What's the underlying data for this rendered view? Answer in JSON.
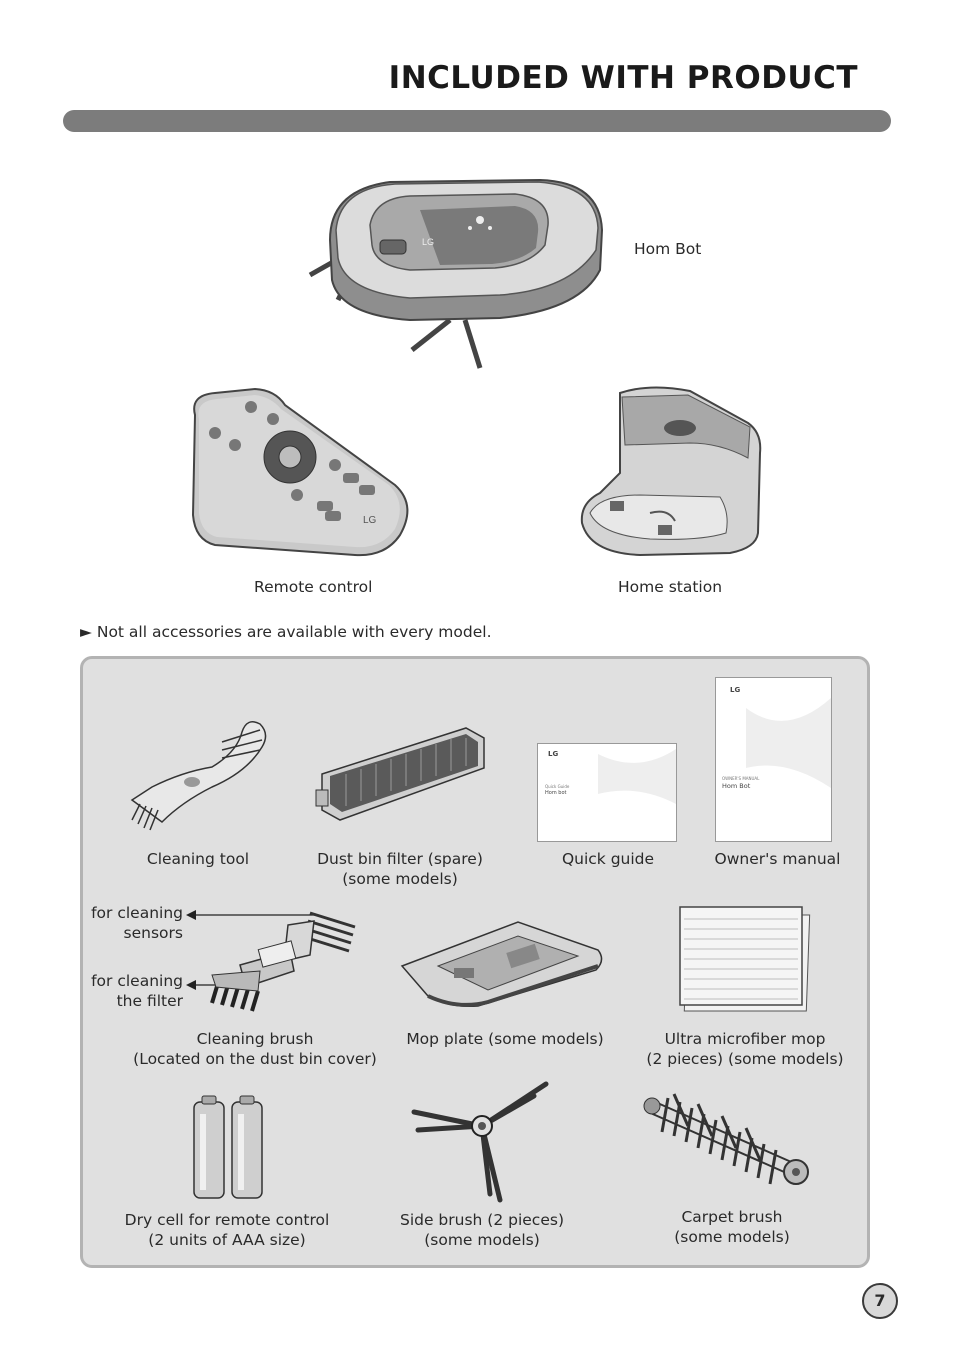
{
  "page": {
    "title": "INCLUDED WITH PRODUCT",
    "page_number": "7",
    "note": "► Not all accessories are available with every model."
  },
  "top_items": {
    "hom_bot": "Hom Bot",
    "remote_control": "Remote control",
    "home_station": "Home station"
  },
  "accessories": {
    "cleaning_tool": "Cleaning tool",
    "dust_filter_line1": "Dust bin filter (spare)",
    "dust_filter_line2": "(some models)",
    "quick_guide": "Quick guide",
    "owners_manual": "Owner's manual",
    "sensors_callout_line1": "for cleaning",
    "sensors_callout_line2": "sensors",
    "filter_callout_line1": "for cleaning",
    "filter_callout_line2": "the filter",
    "cleaning_brush_line1": "Cleaning brush",
    "cleaning_brush_line2": "(Located on the dust bin cover)",
    "mop_plate": "Mop plate (some models)",
    "microfiber_line1": "Ultra microfiber mop",
    "microfiber_line2": "(2 pieces) (some models)",
    "dry_cell_line1": "Dry cell for remote control",
    "dry_cell_line2": "(2 units of AAA size)",
    "side_brush_line1": "Side brush (2 pieces)",
    "side_brush_line2": "(some models)",
    "carpet_brush_line1": "Carpet brush",
    "carpet_brush_line2": "(some models)"
  },
  "booklets": {
    "brand": "LG",
    "quick_guide_heading": "Quick Guide",
    "quick_guide_product": "Hom bot",
    "manual_heading": "OWNER'S MANUAL",
    "manual_product": "Hom Bot"
  }
}
